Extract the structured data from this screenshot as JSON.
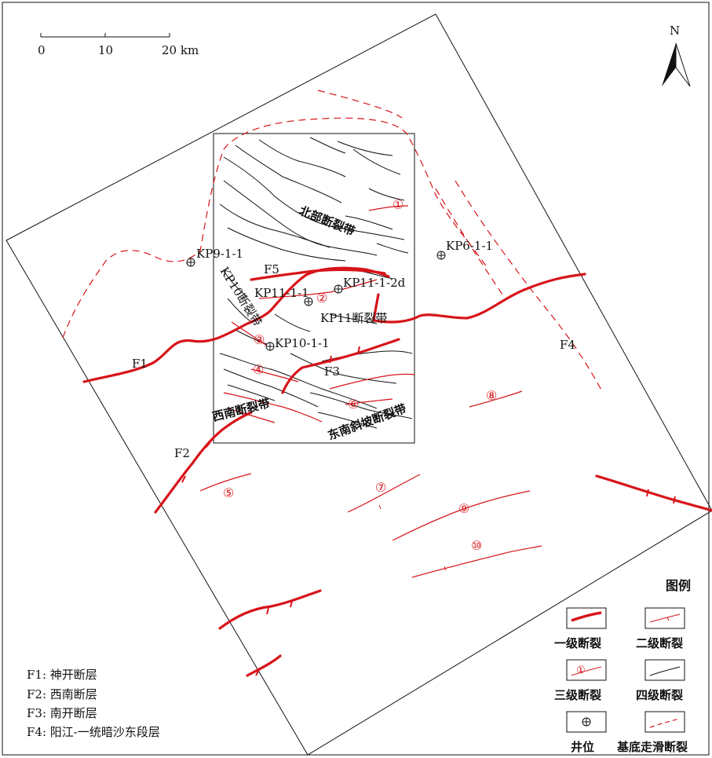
{
  "scale_bar": {
    "ticks": [
      "0",
      "10",
      "20 km"
    ]
  },
  "north_arrow": {
    "label": "N"
  },
  "fault_zones": {
    "north": "北部断裂带",
    "kp10": "KP10断裂带",
    "kp11": "KP11断裂带",
    "southwest": "西南断裂带",
    "southeast": "东南斜坡断裂带"
  },
  "fault_labels": {
    "f1": "F1",
    "f2": "F2",
    "f3": "F3",
    "f4": "F4",
    "f5": "F5"
  },
  "wells": [
    "KP9-1-1",
    "KP6-1-1",
    "KP11-1-1",
    "KP11-1-2d",
    "KP10-1-1"
  ],
  "third_order_faults": [
    "①",
    "②",
    "③",
    "④",
    "⑤",
    "⑥",
    "⑦",
    "⑧",
    "⑨",
    "⑩"
  ],
  "legend": {
    "title": "图例",
    "items": {
      "first": "一级断裂",
      "second": "二级断裂",
      "third": "三级断裂",
      "fourth": "四级断裂",
      "well": "井位",
      "basement": "基底走滑断裂"
    }
  },
  "notes": [
    "F1: 神开断层",
    "F2: 西南断层",
    "F3: 南开断层",
    "F4: 阳江-一统暗沙东段层"
  ],
  "colors": {
    "fault_red": "#d7141a",
    "line_black": "#111111",
    "background": "#ffffff"
  },
  "icons": {
    "well": "circle-plus-icon",
    "north": "north-arrow-icon"
  }
}
